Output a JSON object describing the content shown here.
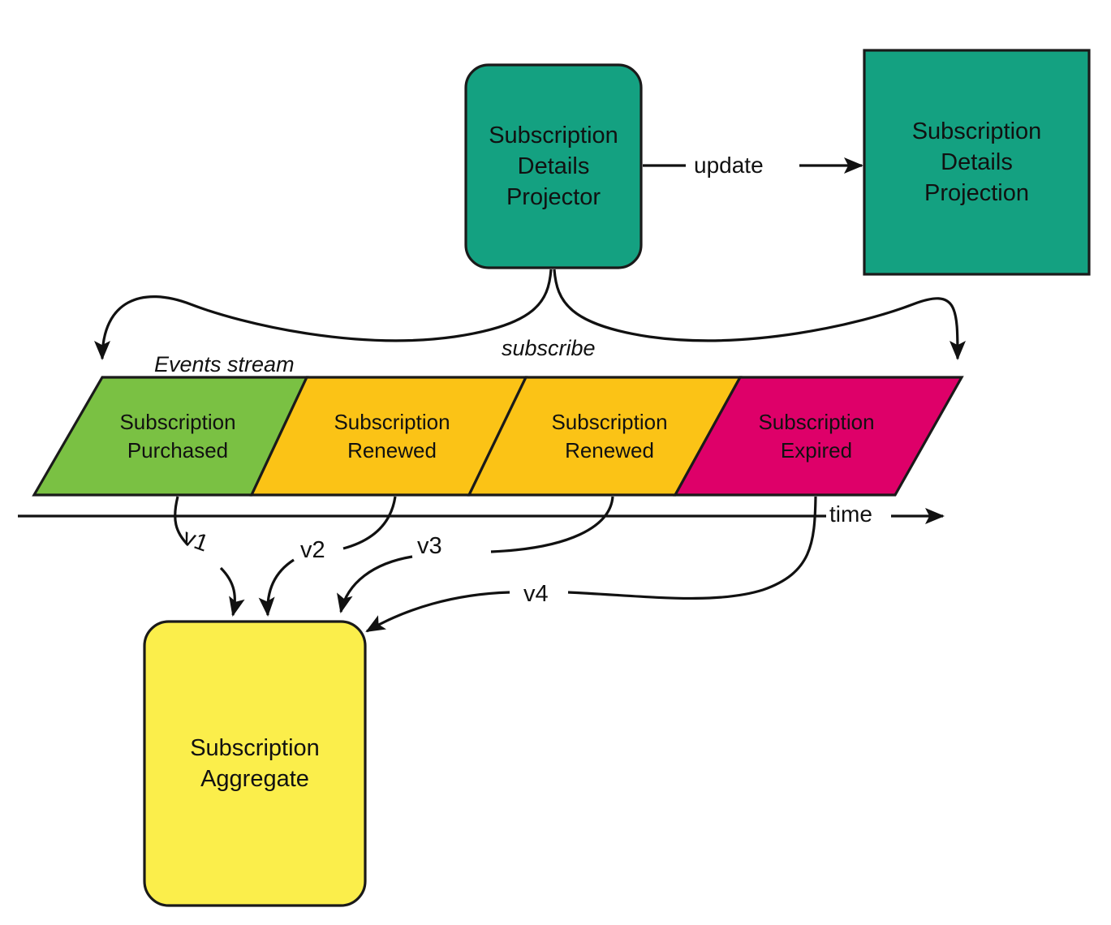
{
  "diagram": {
    "title": "Event sourcing: subscription events stream, aggregate and projection",
    "colors": {
      "teal": "#14A181",
      "green": "#7AC143",
      "amber": "#FBC316",
      "magenta": "#DE0069",
      "yellow": "#FBEE4B",
      "stroke": "#1A1A1A",
      "text": "#111111",
      "background": "#FFFFFF"
    }
  },
  "nodes": {
    "projector": {
      "label": "Subscription\nDetails\nProjector",
      "shape": "rounded-rectangle",
      "fill": "#14A181"
    },
    "projection": {
      "label": "Subscription\nDetails\nProjection",
      "shape": "rectangle",
      "fill": "#14A181"
    },
    "aggregate": {
      "label": "Subscription\nAggregate",
      "shape": "rounded-rectangle",
      "fill": "#FBEE4B"
    }
  },
  "stream": {
    "caption": "Events stream",
    "axis_label": "time",
    "events": [
      {
        "label": "Subscription\nPurchased",
        "fill": "#7AC143",
        "version": "v1"
      },
      {
        "label": "Subscription\nRenewed",
        "fill": "#FBC316",
        "version": "v2"
      },
      {
        "label": "Subscription\nRenewed",
        "fill": "#FBC316",
        "version": "v3"
      },
      {
        "label": "Subscription\nExpired",
        "fill": "#DE0069",
        "version": "v4"
      }
    ]
  },
  "edges": {
    "update": "update",
    "subscribe": "subscribe",
    "v1": "v1",
    "v2": "v2",
    "v3": "v3",
    "v4": "v4"
  }
}
